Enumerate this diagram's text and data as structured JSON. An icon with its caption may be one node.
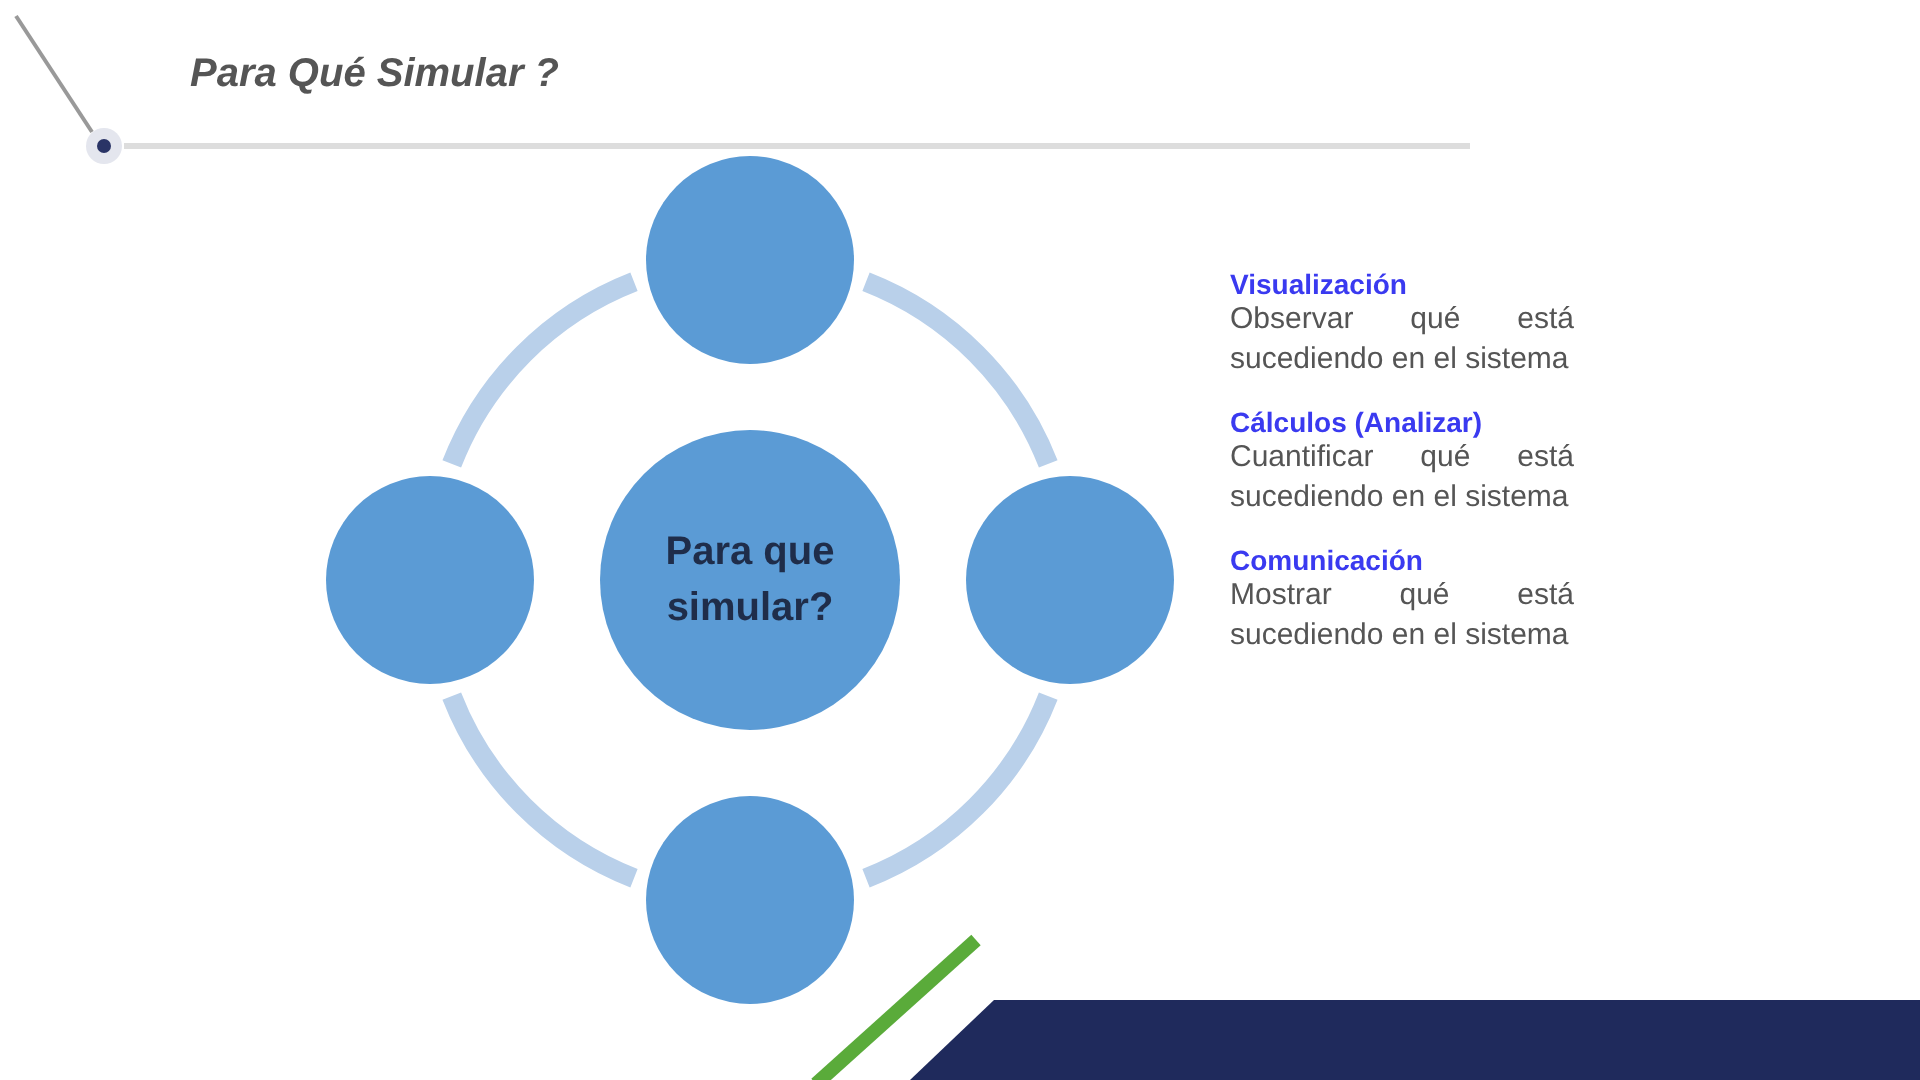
{
  "diagram": {
    "title": "Para Qué Simular ?",
    "nodes": [
      {
        "text": [
          "Para que simular?"
        ]
      },
      {
        "text": [],
        "shape": "circle"
      },
      {
        "text": [],
        "shape": "circle"
      },
      {
        "text": [],
        "shape": "circle"
      },
      {
        "text": [],
        "shape": "circle"
      }
    ],
    "edges": [
      {
        "from": 1,
        "to": 3,
        "arrow": "none"
      },
      {
        "from": 3,
        "to": 4,
        "arrow": "none"
      },
      {
        "from": 4,
        "to": 2,
        "arrow": "none"
      },
      {
        "from": 2,
        "to": 1,
        "arrow": "none"
      }
    ],
    "labels": [
      "Visualización",
      "Observar qué está sucediendo en el sistema",
      "Cálculos (Analizar)",
      "Cuantificar qué está sucediendo en el sistema",
      "Comunicación",
      "Mostrar qué está sucediendo en el sistema"
    ]
  }
}
